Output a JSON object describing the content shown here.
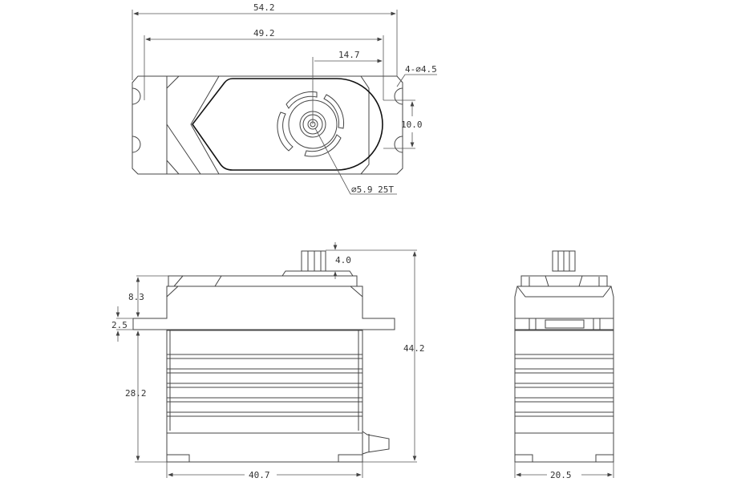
{
  "drawing": {
    "top_view": {
      "overall_width": "54.2",
      "hole_spacing_width": "49.2",
      "shaft_offset": "14.7",
      "mount_holes": "4-⌀4.5",
      "hole_spacing_height": "10.0",
      "spline": "⌀5.9 25T"
    },
    "front_view": {
      "top_height": "8.3",
      "flange_thickness": "2.5",
      "bottom_height": "28.2",
      "spline_height": "4.0",
      "overall_height": "44.2",
      "body_length": "40.7"
    },
    "side_view": {
      "body_width": "20.5"
    }
  }
}
